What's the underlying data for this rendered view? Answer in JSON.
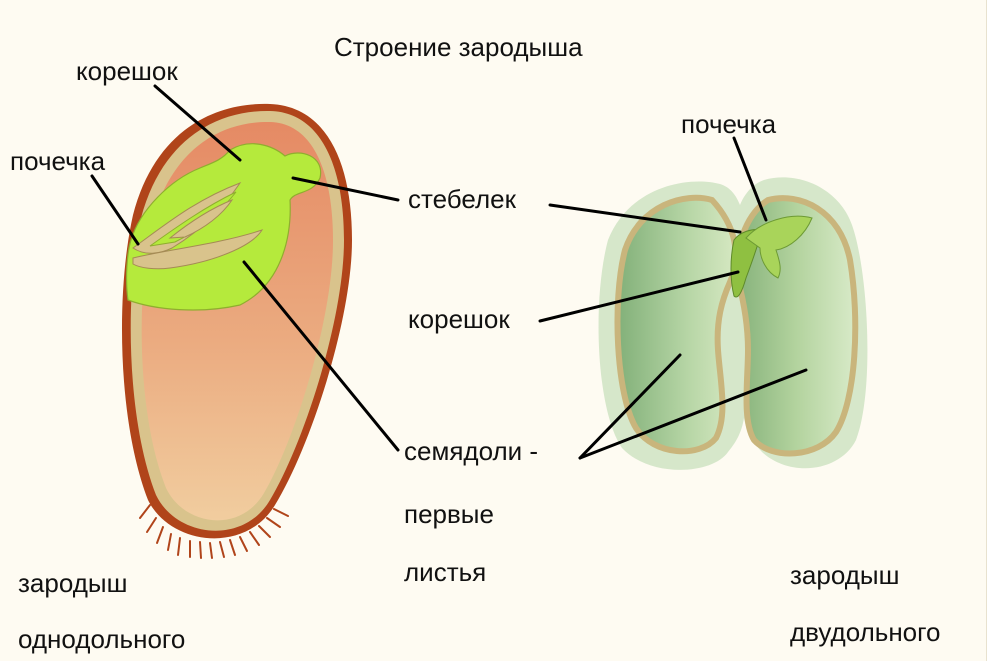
{
  "title": "Строение зародыша",
  "labels": {
    "koreshok_left": "корешок",
    "pochechka_left": "почечка",
    "pochechka_right": "почечка",
    "stebelek": "стебелек",
    "koreshok_center": "корешок",
    "semyadoli_line1": "семядоли -",
    "semyadoli_line2": "первые",
    "semyadoli_line3": "листья"
  },
  "captions": {
    "monocot_line1": "зародыш",
    "monocot_line2": "однодольного",
    "dicot_line1": "зародыш",
    "dicot_line2": "двудольного"
  },
  "colors": {
    "seed_coat": "#b0441a",
    "endosperm": "#e9a27a",
    "embryo_green": "#b5ea3c",
    "cotyledon_green": "#9bc98a",
    "seed_rim": "#d9c795",
    "pointer": "#000000"
  }
}
